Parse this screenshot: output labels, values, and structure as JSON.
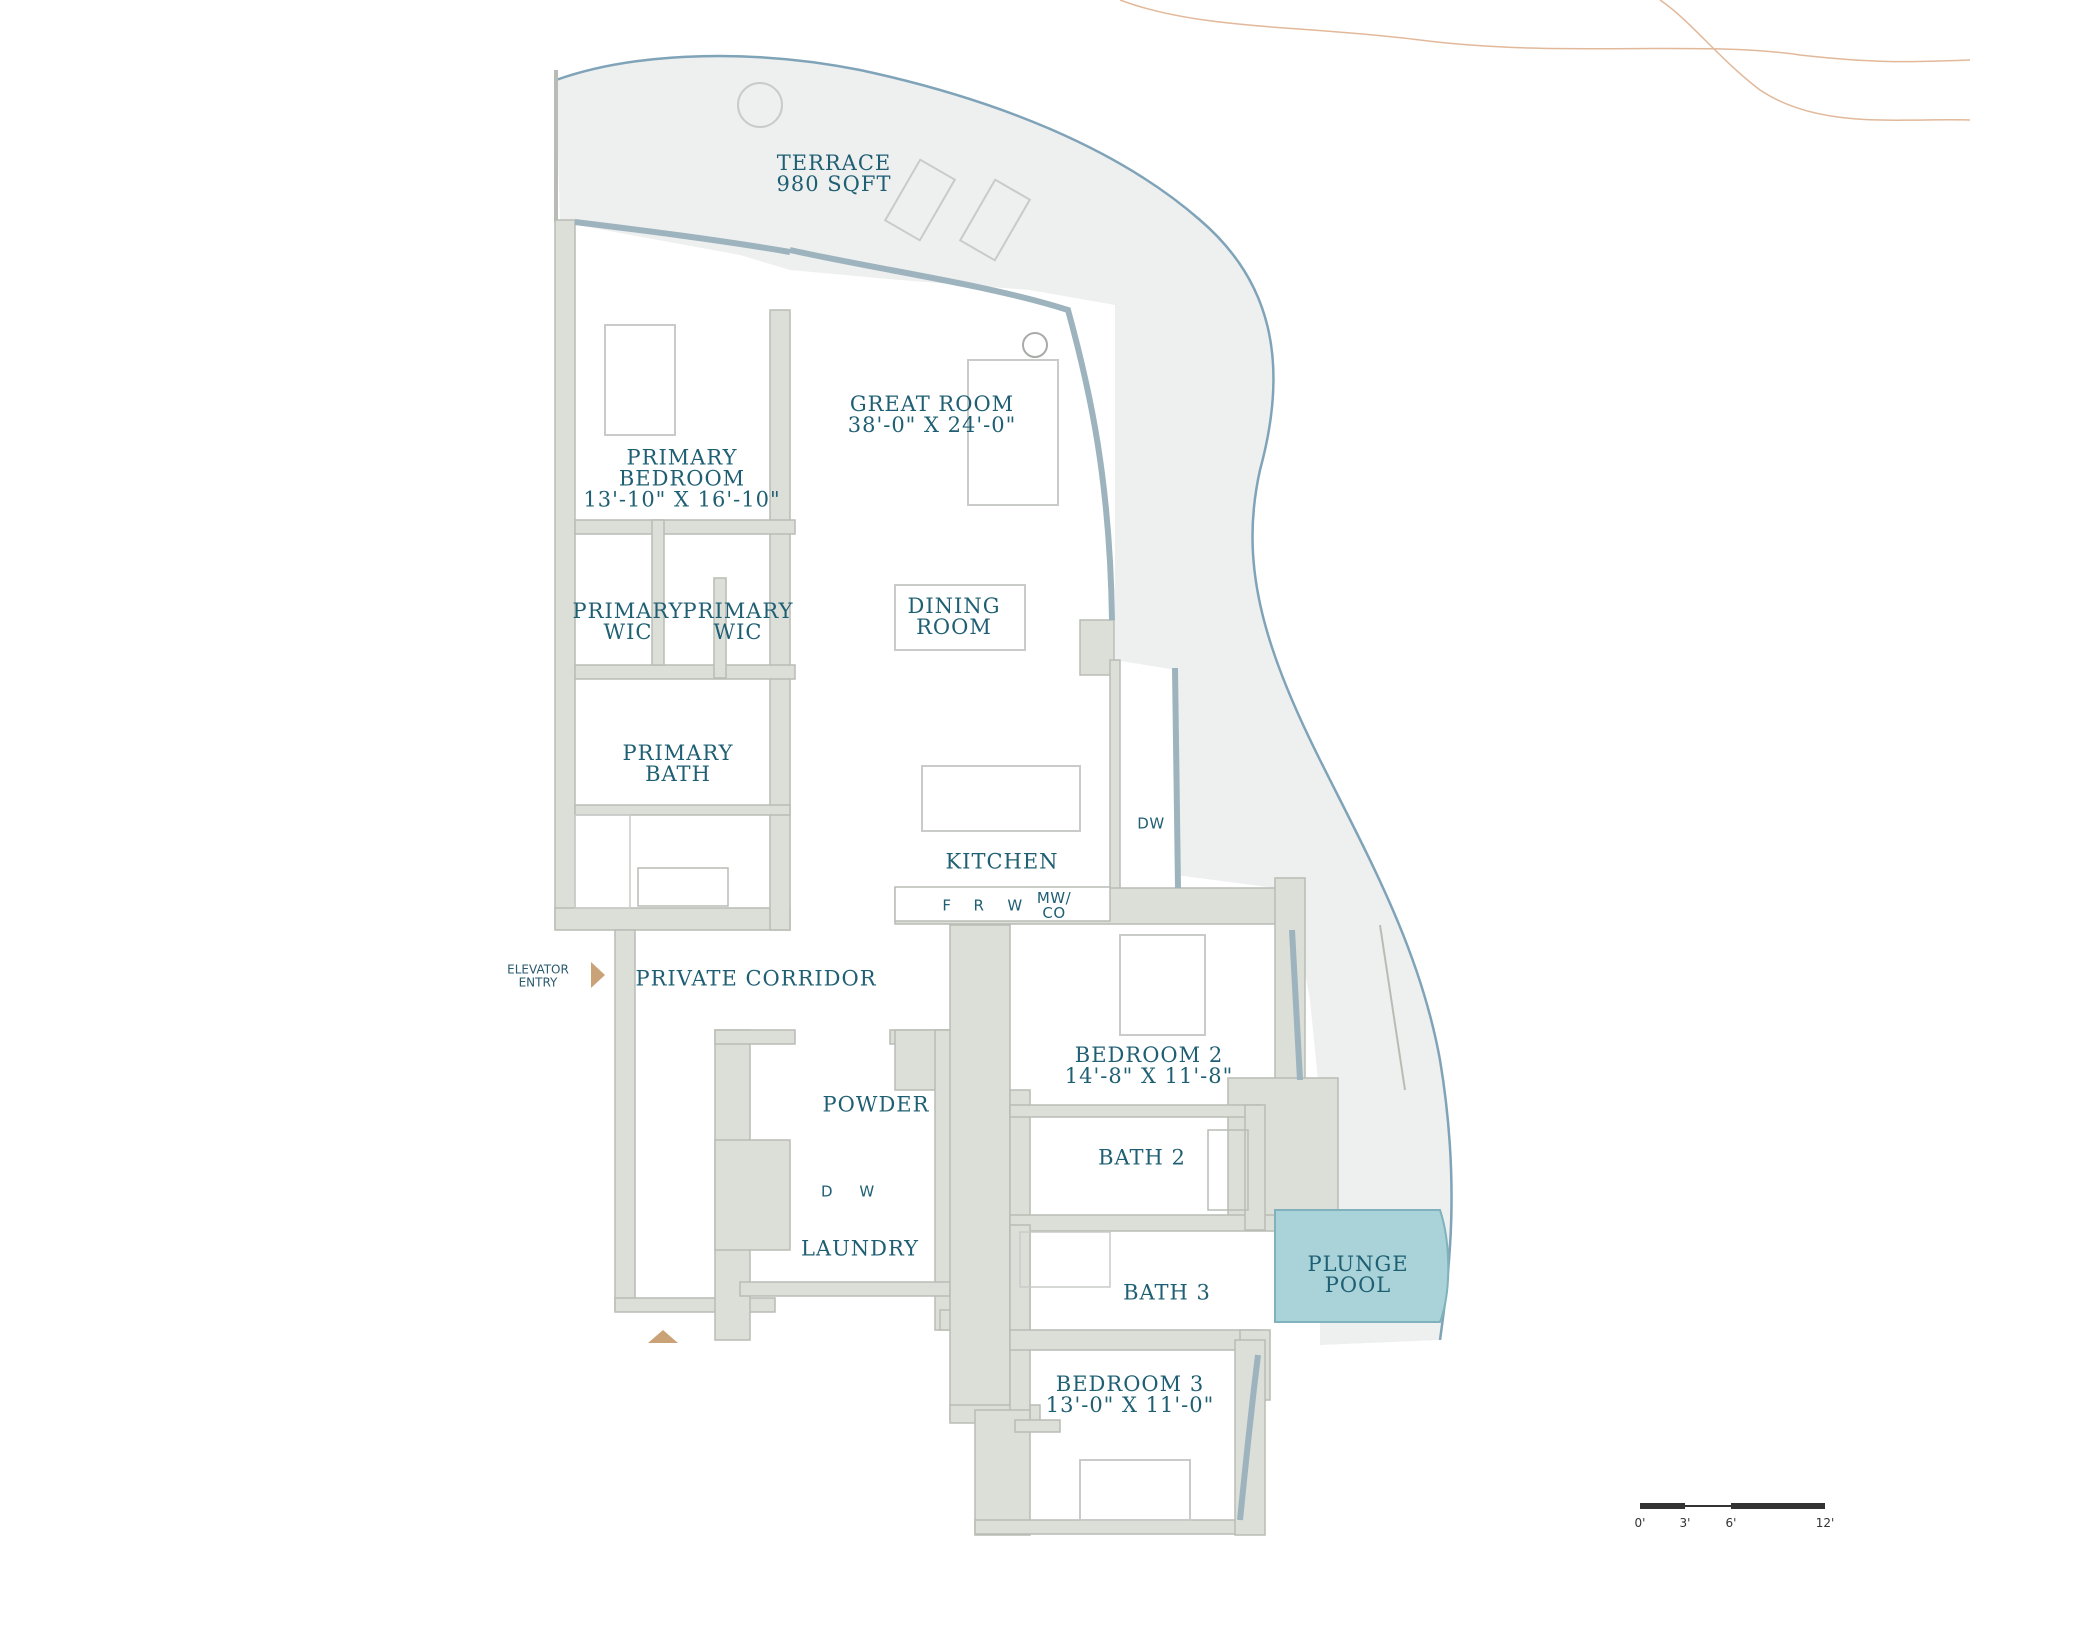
{
  "colors": {
    "wall": "#dcded8",
    "wall_edge": "#b9bcb5",
    "terrace_fill": "#eeefef",
    "pool_fill": "#a9d3d9",
    "label": "#1f5f73",
    "arrow": "#c9a278",
    "furniture": "#c8cbc8"
  },
  "rooms": {
    "terrace": {
      "line1": "TERRACE",
      "line2": "980 SQFT"
    },
    "great_room": {
      "line1": "GREAT ROOM",
      "line2": "38'-0\" X 24'-0\""
    },
    "primary_bedroom": {
      "line1": "PRIMARY",
      "line2": "BEDROOM",
      "line3": "13'-10\" X 16'-10\""
    },
    "primary_wic_left": {
      "line1": "PRIMARY",
      "line2": "WIC"
    },
    "primary_wic_right": {
      "line1": "PRIMARY",
      "line2": "WIC"
    },
    "dining_room": {
      "line1": "DINING",
      "line2": "ROOM"
    },
    "primary_bath": {
      "line1": "PRIMARY",
      "line2": "BATH"
    },
    "kitchen": {
      "line1": "KITCHEN"
    },
    "private_corridor": {
      "line1": "PRIVATE CORRIDOR"
    },
    "bedroom_2": {
      "line1": "BEDROOM 2",
      "line2": "14'-8\" X 11'-8\""
    },
    "powder": {
      "line1": "POWDER"
    },
    "bath_2": {
      "line1": "BATH 2"
    },
    "laundry": {
      "line1": "LAUNDRY"
    },
    "bath_3": {
      "line1": "BATH 3"
    },
    "plunge_pool": {
      "line1": "PLUNGE",
      "line2": "POOL"
    },
    "bedroom_3": {
      "line1": "BEDROOM 3",
      "line2": "13'-0\" X 11'-0\""
    }
  },
  "appliances": {
    "dw_kitchen": "DW",
    "fridge": "F",
    "range": "R",
    "wine": "W",
    "mw_line1": "MW/",
    "mw_line2": "CO",
    "dryer": "D",
    "washer": "W"
  },
  "elevator": {
    "line1": "ELEVATOR",
    "line2": "ENTRY"
  },
  "scale": {
    "ticks": [
      "0'",
      "3'",
      "6'",
      "12'"
    ]
  }
}
